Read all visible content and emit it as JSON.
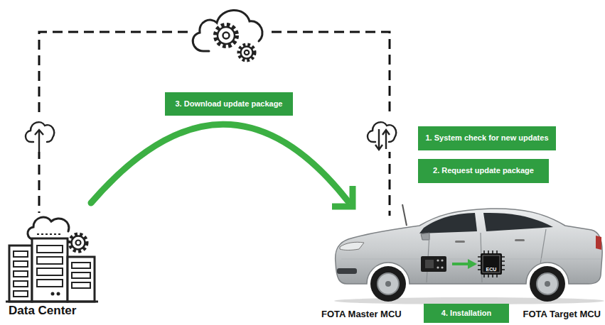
{
  "diagram": {
    "nodes": [
      {
        "text": [
          "3. Download update package"
        ]
      },
      {
        "text": [
          "1. System check for new updates"
        ]
      },
      {
        "text": [
          "2. Request update package"
        ]
      },
      {
        "text": [
          "4. Installation"
        ]
      }
    ],
    "labels": [
      "Data Center",
      "FOTA Master MCU",
      "ECU",
      "FOTA Target MCU"
    ]
  }
}
